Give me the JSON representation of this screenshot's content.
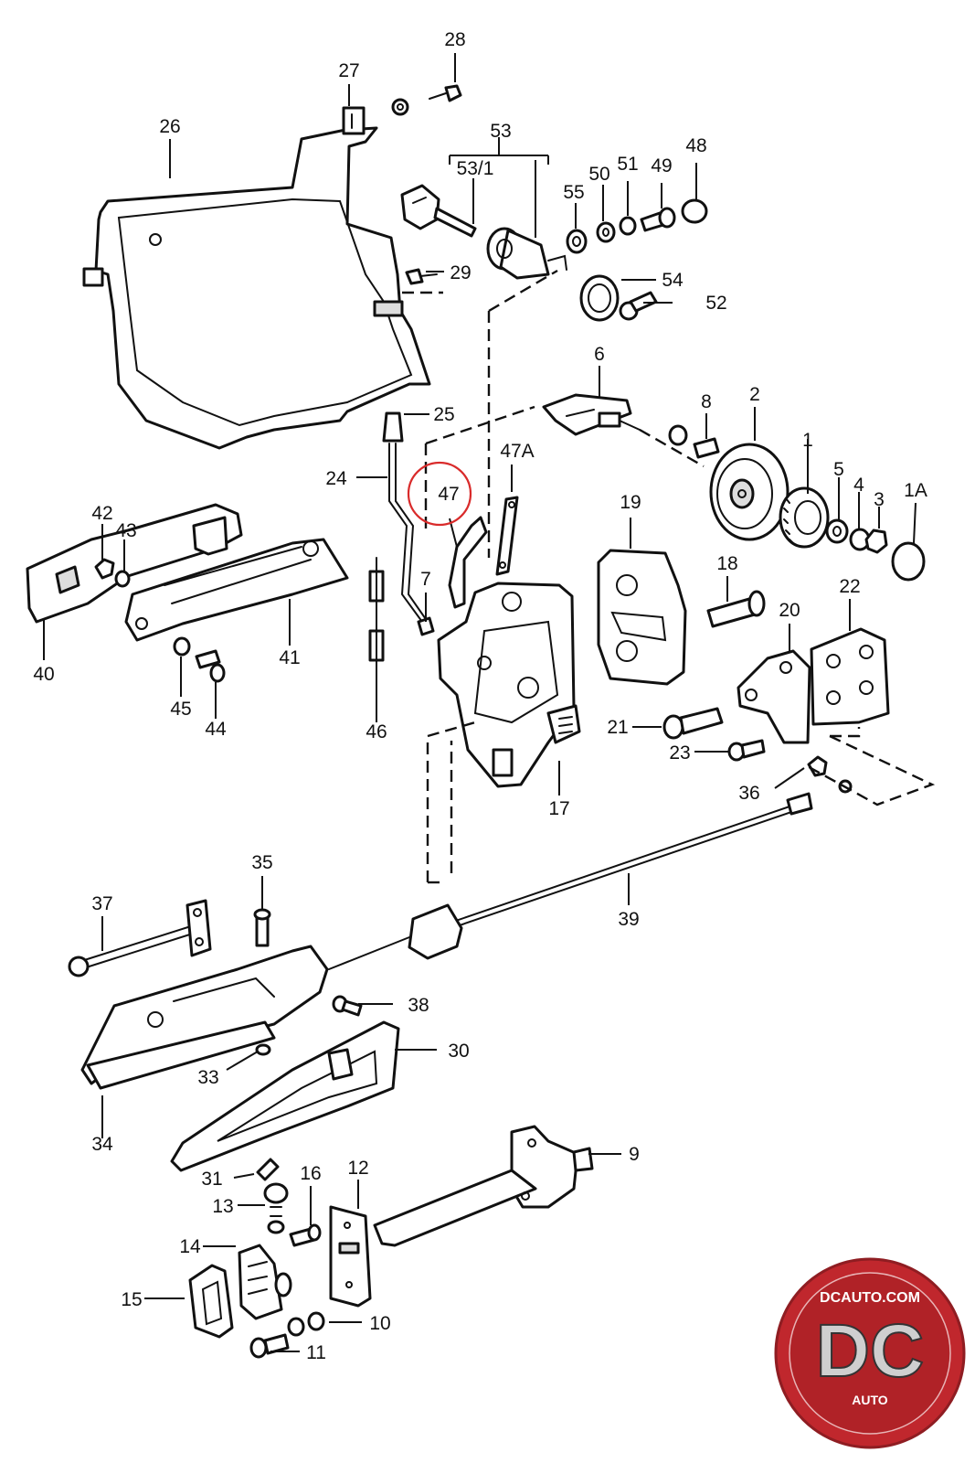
{
  "callouts": {
    "c1": "1",
    "c1A": "1A",
    "c2": "2",
    "c3": "3",
    "c4": "4",
    "c5": "5",
    "c6": "6",
    "c7": "7",
    "c8": "8",
    "c9": "9",
    "c10": "10",
    "c11": "11",
    "c12": "12",
    "c13": "13",
    "c14": "14",
    "c15": "15",
    "c16": "16",
    "c17": "17",
    "c18": "18",
    "c19": "19",
    "c20": "20",
    "c21": "21",
    "c22": "22",
    "c23": "23",
    "c24": "24",
    "c25": "25",
    "c26": "26",
    "c27": "27",
    "c28": "28",
    "c29": "29",
    "c30": "30",
    "c31": "31",
    "c33": "33",
    "c34": "34",
    "c35": "35",
    "c36": "36",
    "c37": "37",
    "c38": "38",
    "c39": "39",
    "c40": "40",
    "c41": "41",
    "c42": "42",
    "c43": "43",
    "c44": "44",
    "c45": "45",
    "c46": "46",
    "c47": "47",
    "c47A": "47A",
    "c48": "48",
    "c49": "49",
    "c50": "50",
    "c51": "51",
    "c52": "52",
    "c53": "53",
    "c53_1": "53/1",
    "c54": "54",
    "c55": "55"
  },
  "highlighted_part": "47",
  "highlight_color": "#d92b2b",
  "logo": {
    "site": "DCAUTO.COM",
    "mark": "DC",
    "sub": "AUTO",
    "color": "#c0272d"
  }
}
